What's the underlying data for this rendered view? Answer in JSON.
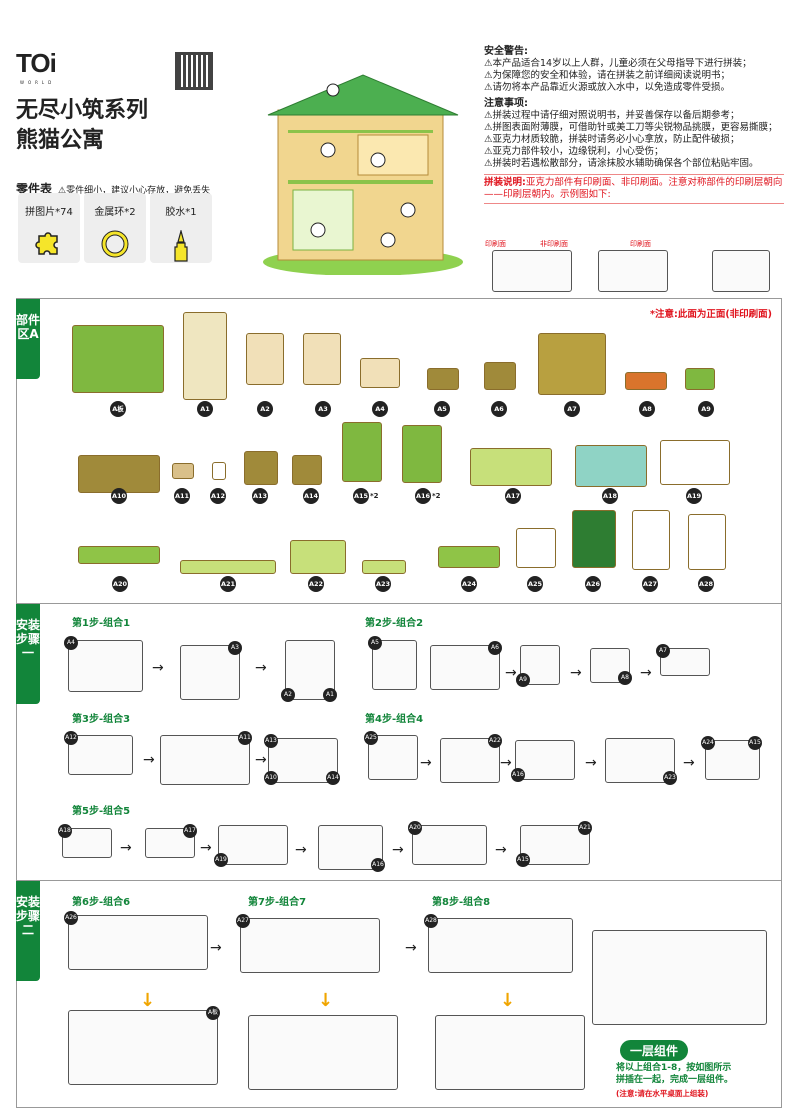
{
  "brand": {
    "logo": "TOi",
    "logo_sub": "WORLD"
  },
  "title": {
    "line1": "无尽小筑系列",
    "line2": "熊猫公寓"
  },
  "parts_list": {
    "heading": "零件表",
    "warning": "⚠零件细小，建议小心存放，避免丢失",
    "items": [
      {
        "label": "拼图片*74",
        "icon": "puzzle-icon"
      },
      {
        "label": "金属环*2",
        "icon": "ring-icon"
      },
      {
        "label": "胶水*1",
        "icon": "glue-icon"
      }
    ]
  },
  "safety": {
    "heading": "安全警告:",
    "lines": [
      "⚠本产品适合14岁以上人群，儿童必须在父母指导下进行拼装；",
      "⚠为保障您的安全和体验，请在拼装之前详细阅读说明书；",
      "⚠请勿将本产品靠近火源或放入水中，以免造成零件受损。"
    ]
  },
  "notes": {
    "heading": "注意事项:",
    "lines": [
      "⚠拼装过程中请仔细对照说明书，并妥善保存以备后期参考；",
      "⚠拼图表面附薄膜，可借助针或美工刀等尖锐物品挑膜，更容易撕膜；",
      "⚠亚克力材质较脆，拼装时请务必小心拿放，防止配件破损；",
      "⚠亚克力部件较小，边缘锐利，小心受伤；",
      "⚠拼装时若遇松散部分，请涂抹胶水辅助确保各个部位粘贴牢固。"
    ]
  },
  "assembly_note": {
    "label": "拼装说明:",
    "text": "亚克力部件有印刷面、非印刷面。注意对称部件的印刷层朝向——印刷层朝内。示例图如下:"
  },
  "example_labels": {
    "printed": "印刷面",
    "non_printed": "非印刷面"
  },
  "sections": {
    "parts": "部件区A",
    "step_one": "安装步骤一",
    "step_two": "安装步骤二"
  },
  "parts_note": "*注意:此面为正面(非印刷面)",
  "parts": [
    {
      "id": "A板"
    },
    {
      "id": "A1"
    },
    {
      "id": "A2"
    },
    {
      "id": "A3"
    },
    {
      "id": "A4"
    },
    {
      "id": "A5"
    },
    {
      "id": "A6"
    },
    {
      "id": "A7"
    },
    {
      "id": "A8"
    },
    {
      "id": "A9"
    },
    {
      "id": "A10"
    },
    {
      "id": "A11"
    },
    {
      "id": "A12"
    },
    {
      "id": "A13"
    },
    {
      "id": "A14"
    },
    {
      "id": "A15",
      "mult": "*2"
    },
    {
      "id": "A16",
      "mult": "*2"
    },
    {
      "id": "A17"
    },
    {
      "id": "A18"
    },
    {
      "id": "A19"
    },
    {
      "id": "A20"
    },
    {
      "id": "A21"
    },
    {
      "id": "A22"
    },
    {
      "id": "A23"
    },
    {
      "id": "A24"
    },
    {
      "id": "A25"
    },
    {
      "id": "A26"
    },
    {
      "id": "A27"
    },
    {
      "id": "A28"
    }
  ],
  "steps": [
    {
      "title": "第1步-组合1",
      "parts": [
        "A4",
        "A3",
        "A2",
        "A1"
      ]
    },
    {
      "title": "第2步-组合2",
      "parts": [
        "A5",
        "A6",
        "A9",
        "A8",
        "A7"
      ]
    },
    {
      "title": "第3步-组合3",
      "parts": [
        "A12",
        "A11",
        "A10",
        "A14",
        "A13"
      ]
    },
    {
      "title": "第4步-组合4",
      "parts": [
        "A25",
        "A22",
        "A16",
        "A23",
        "A24",
        "A15"
      ]
    },
    {
      "title": "第5步-组合5",
      "parts": [
        "A18",
        "A17",
        "A19",
        "A16",
        "A20",
        "A21",
        "A15"
      ]
    },
    {
      "title": "第6步-组合6",
      "parts": [
        "A26",
        "A板"
      ]
    },
    {
      "title": "第7步-组合7",
      "parts": [
        "A27"
      ]
    },
    {
      "title": "第8步-组合8",
      "parts": [
        "A28"
      ]
    }
  ],
  "final": {
    "badge": "一层组件",
    "text1": "将以上组合1-8，按如图所示",
    "text2": "拼插在一起，完成一层组件。",
    "note": "(注意:请在水平桌面上组装)"
  },
  "colors": {
    "green": "#12853a",
    "red": "#e0141e",
    "yellow": "#f5e52a",
    "wood": "#e8cc8a"
  }
}
